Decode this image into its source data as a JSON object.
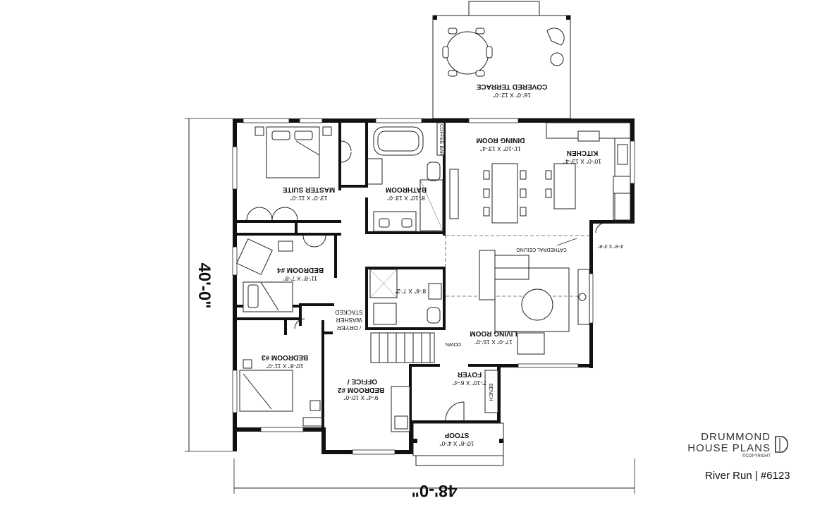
{
  "plan": {
    "rooms": [
      {
        "name": "COVERED TERRACE",
        "size": "16'-0\" X 12'-0\""
      },
      {
        "name": "DINING ROOM",
        "size": "11'-10\" X 13'-4\""
      },
      {
        "name": "KITCHEN",
        "size": "10'-0\" X 13'-4\""
      },
      {
        "name": "MASTER SUITE",
        "size": "13'-0\" X 11'-0\""
      },
      {
        "name": "BATHROOM",
        "size": "8'-10\" X 13'-0\""
      },
      {
        "name": "BEDROOM #4",
        "size": "11'-8\" X 7'-8\""
      },
      {
        "name": "LIVING ROOM",
        "size": "17'-0\" X 15'-0\""
      },
      {
        "name": "BEDROOM #3",
        "size": "10'-8\" X 11'-0\""
      },
      {
        "name": "OFFICE /",
        "size": "BEDROOM #2"
      },
      {
        "name": "FOYER",
        "size": "7'-10\" X 6'-4\""
      },
      {
        "name": "STOOP",
        "size": "10'-8\" X 4'-0\""
      }
    ],
    "office_size": "9'-4\" X 10'-0\"",
    "small_labels": {
      "laundry_1": "STACKED",
      "laundry_2": "WASHER",
      "laundry_3": "/ DRYER",
      "wc_size": "8'-8\" X 7'-2\"",
      "pantry_size": "4'-8\" X 3'-8\"",
      "cathedral": "CATHEDRAL CEILING",
      "bench": "BENCH",
      "coffee": "COFFEE BAR",
      "down": "DOWN"
    },
    "dimension_width": "48'-0\"",
    "dimension_depth": "40'-0\""
  },
  "brand": {
    "line1": "DRUMMOND",
    "line2": "HOUSE PLANS",
    "copyright": "©COPYRIGHT"
  },
  "plan_id": "River Run  |  #6123"
}
